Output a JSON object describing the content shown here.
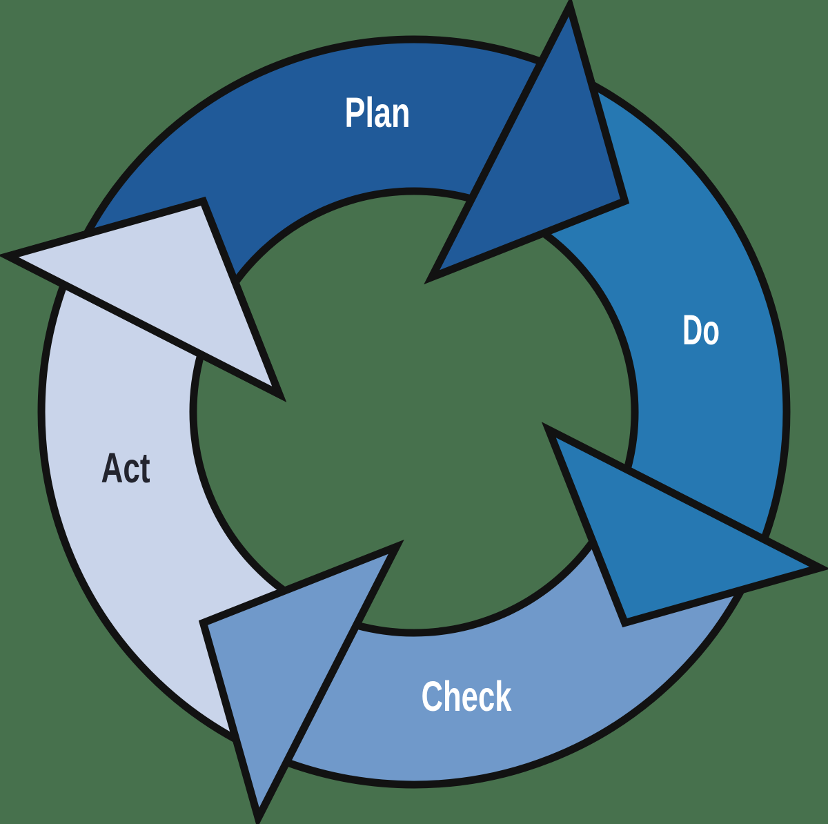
{
  "title": "PDCA continuous improvement cycle",
  "diagram_type": "cycle-arrows",
  "direction": "clockwise",
  "background_color": "#47714d",
  "outline_color": "#121212",
  "cycle": {
    "segments": [
      {
        "id": "plan",
        "label": "Plan",
        "position": "top",
        "order": 1,
        "fill": "#205a99",
        "label_color": "#ffffff"
      },
      {
        "id": "do",
        "label": "Do",
        "position": "right",
        "order": 2,
        "fill": "#2678b2",
        "label_color": "#ffffff"
      },
      {
        "id": "check",
        "label": "Check",
        "position": "bottom",
        "order": 3,
        "fill": "#7099ca",
        "label_color": "#ffffff"
      },
      {
        "id": "act",
        "label": "Act",
        "position": "left",
        "order": 4,
        "fill": "#c9d4ea",
        "label_color": "#23242e"
      }
    ]
  }
}
